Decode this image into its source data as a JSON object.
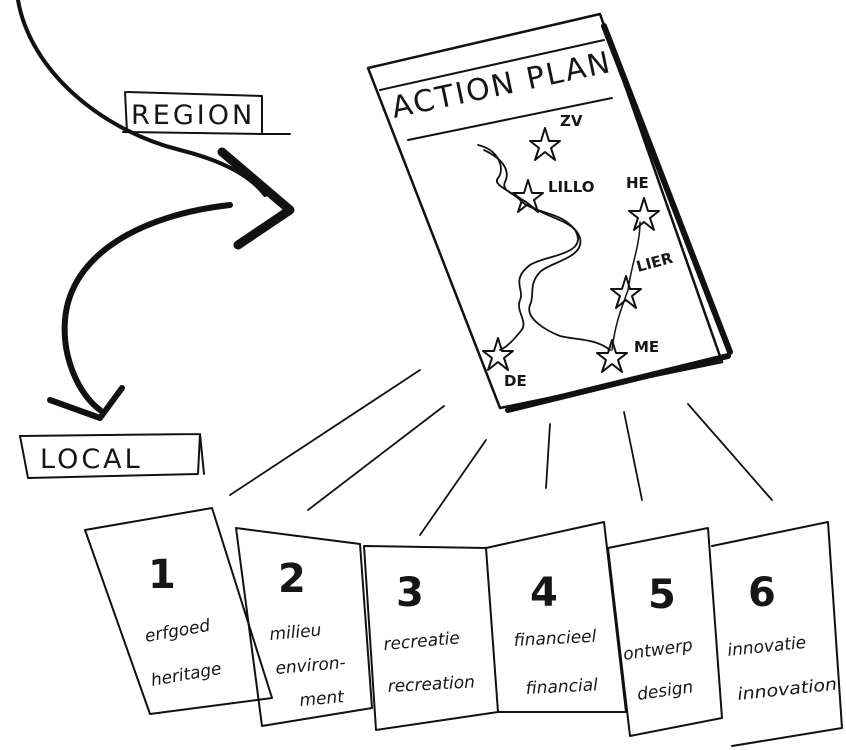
{
  "region_label": "REGION",
  "local_label": "LOCAL",
  "plan": {
    "title": "ACTION PLAN",
    "places": [
      "ZV",
      "LILLO",
      "HE",
      "LIER",
      "ME",
      "DE"
    ]
  },
  "cards": [
    {
      "number": "1",
      "line1": "erfgoed",
      "line2": "heritage"
    },
    {
      "number": "2",
      "line1": "milieu",
      "line2": "environ-",
      "line3": "ment"
    },
    {
      "number": "3",
      "line1": "recreatie",
      "line2": "recreation"
    },
    {
      "number": "4",
      "line1": "financieel",
      "line2": "financial"
    },
    {
      "number": "5",
      "line1": "ontwerp",
      "line2": "design"
    },
    {
      "number": "6",
      "line1": "innovatie",
      "line2": "innovation"
    }
  ]
}
